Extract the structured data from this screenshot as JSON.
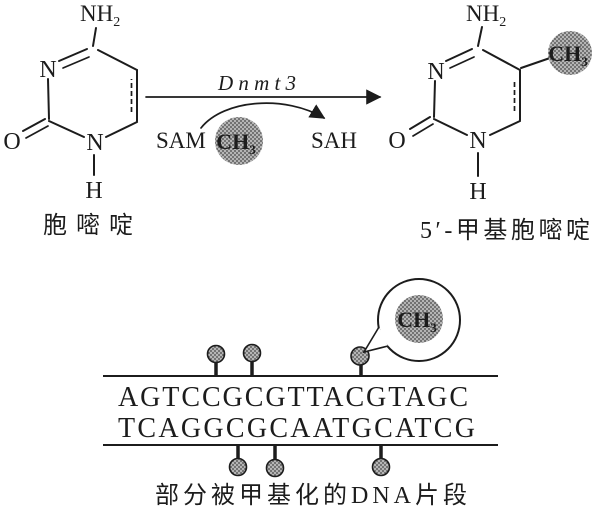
{
  "palette": {
    "background": "#ffffff",
    "ink": "#1c1c1c",
    "stipple_base": "#b5b5b5",
    "stipple_dot": "#3d3d3d"
  },
  "reaction": {
    "enzyme_label": "Dnmt3",
    "substrate_cofactor": "SAM",
    "product_cofactor": "SAH",
    "methyl_group": {
      "base": "CH",
      "sub": "3"
    },
    "cytosine": {
      "label": "胞嘧啶",
      "amine": {
        "base": "NH",
        "sub": "2"
      },
      "atom_n_top": "N",
      "atom_n_bottom": "N",
      "atom_o": "O",
      "atom_h": "H"
    },
    "methylcytosine": {
      "label": "5′-甲基胞嘧啶",
      "amine": {
        "base": "NH",
        "sub": "2"
      },
      "methyl": {
        "base": "CH",
        "sub": "3"
      },
      "atom_n_top": "N",
      "atom_n_bottom": "N",
      "atom_o": "O",
      "atom_h": "H"
    }
  },
  "dna": {
    "top_strand": "AGTCCGCGTTACGTAGC",
    "bottom_strand": "TCAGGCGCAATGCATCG",
    "caption": "部分被甲基化的DNA片段",
    "callout_methyl": {
      "base": "CH",
      "sub": "3"
    },
    "methylated_sites_top_strand": [
      "C5",
      "C7",
      "C12"
    ],
    "methylated_sites_bottom_strand": [
      "C6",
      "C8",
      "C13"
    ]
  }
}
